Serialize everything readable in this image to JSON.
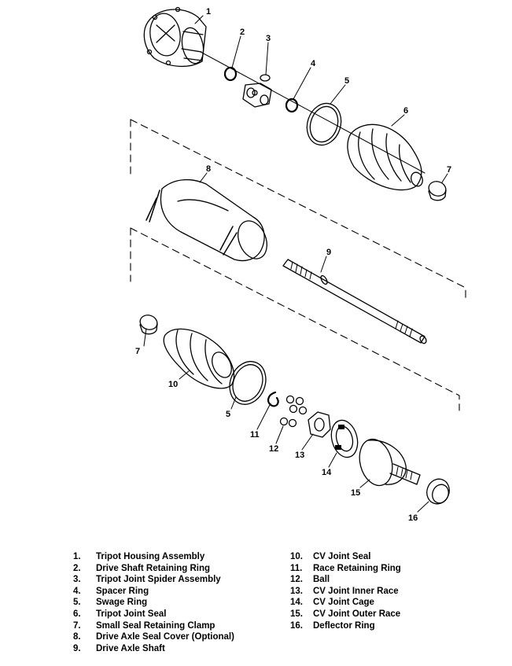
{
  "callouts": {
    "c1": "1",
    "c2": "2",
    "c3": "3",
    "c4": "4",
    "c5a": "5",
    "c6": "6",
    "c7a": "7",
    "c8": "8",
    "c9": "9",
    "c7b": "7",
    "c10": "10",
    "c5b": "5",
    "c11": "11",
    "c12": "12",
    "c13": "13",
    "c14": "14",
    "c15": "15",
    "c16": "16"
  },
  "legend_left": [
    {
      "num": "1.",
      "label": "Tripot Housing Assembly"
    },
    {
      "num": "2.",
      "label": "Drive Shaft Retaining Ring"
    },
    {
      "num": "3.",
      "label": "Tripot Joint Spider Assembly"
    },
    {
      "num": "4.",
      "label": "Spacer Ring"
    },
    {
      "num": "5.",
      "label": "Swage Ring"
    },
    {
      "num": "6.",
      "label": "Tripot Joint Seal"
    },
    {
      "num": "7.",
      "label": "Small Seal Retaining Clamp"
    },
    {
      "num": "8.",
      "label": "Drive Axle Seal Cover (Optional)"
    },
    {
      "num": "9.",
      "label": "Drive Axle Shaft"
    }
  ],
  "legend_right": [
    {
      "num": "10.",
      "label": "CV Joint Seal"
    },
    {
      "num": "11.",
      "label": "Race Retaining Ring"
    },
    {
      "num": "12.",
      "label": "Ball"
    },
    {
      "num": "13.",
      "label": "CV Joint Inner Race"
    },
    {
      "num": "14.",
      "label": "CV Joint Cage"
    },
    {
      "num": "15.",
      "label": "CV Joint Outer Race"
    },
    {
      "num": "16.",
      "label": "Deflector Ring"
    }
  ]
}
